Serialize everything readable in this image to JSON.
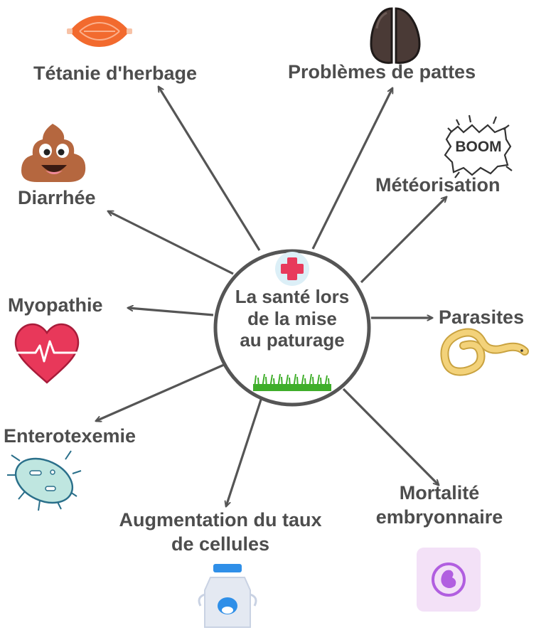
{
  "center": {
    "lines": [
      "La santé lors",
      "de la mise",
      "au paturage"
    ],
    "icons": [
      "medical-cross-icon",
      "grass-icon"
    ]
  },
  "topics": [
    {
      "id": "tetanie",
      "label": "Tétanie d'herbage",
      "icon": "muscle-icon"
    },
    {
      "id": "pattes",
      "label": "Problèmes de pattes",
      "icon": "hoof-icon"
    },
    {
      "id": "meteorisation",
      "label": "Météorisation",
      "icon": "boom-icon",
      "icon_text": "BOOM"
    },
    {
      "id": "diarrhee",
      "label": "Diarrhée",
      "icon": "poop-icon"
    },
    {
      "id": "myopathie",
      "label": "Myopathie",
      "icon": "heart-ecg-icon"
    },
    {
      "id": "parasites",
      "label": "Parasites",
      "icon": "worm-icon"
    },
    {
      "id": "enterotexemie",
      "label": "Enterotexemie",
      "icon": "bacteria-icon"
    },
    {
      "id": "cellules",
      "label_lines": [
        "Augmentation du taux",
        "de cellules"
      ],
      "icon": "milk-can-icon"
    },
    {
      "id": "mortalite",
      "label_lines": [
        "Mortalité",
        "embryonnaire"
      ],
      "icon": "embryo-icon"
    }
  ],
  "colors": {
    "text": "#4d4d4d",
    "arrow": "#555555",
    "hub_border": "#555555",
    "cross": "#e83a5c",
    "cross_bg": "#dceff7",
    "grass": "#3fae2a",
    "muscle": "#f26a2e",
    "hoof": "#4a3a36",
    "poop": "#b5673f",
    "heart": "#e8385a",
    "worm": "#f3d27a",
    "bacteria": "#bfe6e0",
    "milk_can": "#e4e9f2",
    "milk_cap": "#2f8fe8",
    "embryo_bg": "#f3e1f7",
    "embryo": "#b15fe0"
  }
}
